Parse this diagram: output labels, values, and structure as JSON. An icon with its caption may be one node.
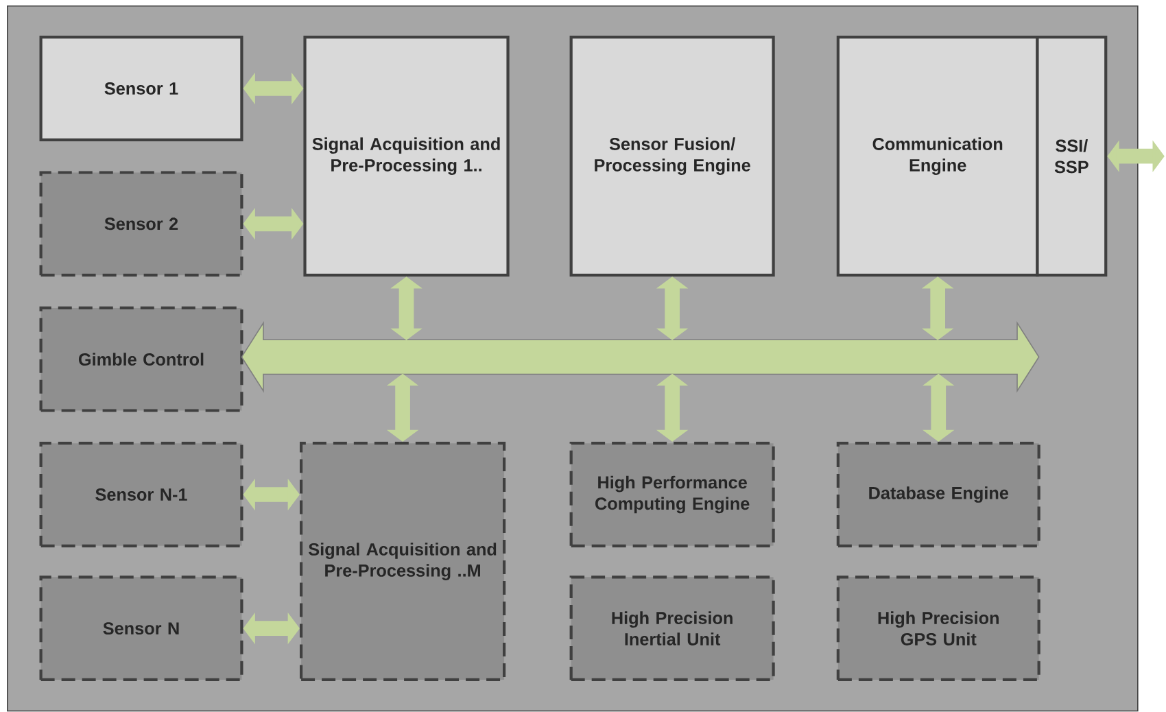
{
  "diagram": {
    "nodes": [
      {
        "text": [
          "Sensor 1"
        ]
      },
      {
        "text": [
          "Signal Acquisition and Pre-Processing 1.."
        ]
      },
      {
        "text": [
          "Sensor Fusion/ Processing Engine"
        ]
      },
      {
        "text": [
          "Communication Engine"
        ]
      },
      {
        "text": [
          "SSI/ SSP"
        ]
      },
      {
        "text": [
          "Sensor 2"
        ]
      },
      {
        "text": [
          "Gimble Control"
        ]
      },
      {
        "text": [],
        "shape": "bar"
      },
      {
        "text": [
          "Sensor N-1"
        ]
      },
      {
        "text": [
          "Signal Acquisition and Pre-Processing ..M"
        ]
      },
      {
        "text": [
          "High Performance Computing Engine"
        ]
      },
      {
        "text": [
          "Database Engine"
        ]
      },
      {
        "text": [
          "Sensor N"
        ]
      },
      {
        "text": [
          "High Precision Inertial Unit"
        ]
      },
      {
        "text": [
          "High Precision GPS Unit"
        ]
      }
    ],
    "edges": [
      {
        "from": 0,
        "to": 1,
        "arrow": "both"
      },
      {
        "from": 5,
        "to": 1,
        "arrow": "both"
      },
      {
        "from": 1,
        "to": 7,
        "arrow": "both"
      },
      {
        "from": 2,
        "to": 7,
        "arrow": "both"
      },
      {
        "from": 3,
        "to": 7,
        "arrow": "both"
      },
      {
        "from": 7,
        "to": 9,
        "arrow": "both"
      },
      {
        "from": 7,
        "to": 10,
        "arrow": "both"
      },
      {
        "from": 7,
        "to": 11,
        "arrow": "both"
      },
      {
        "from": 8,
        "to": 9,
        "arrow": "both"
      },
      {
        "from": 12,
        "to": 9,
        "arrow": "both"
      },
      {
        "from": 4,
        "to": null,
        "arrow": "both"
      }
    ]
  }
}
